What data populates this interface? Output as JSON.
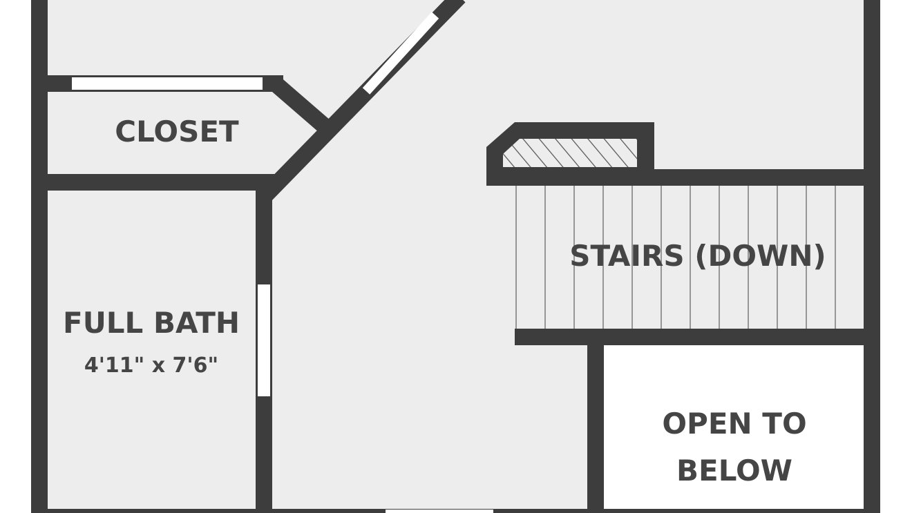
{
  "colors": {
    "wall": "#3d3d3d",
    "floor": "#ededed",
    "opening": "#ffffff",
    "label": "#454545"
  },
  "rooms": {
    "closet": {
      "name": "CLOSET"
    },
    "full_bath": {
      "name": "FULL BATH",
      "dimensions": "4'11\" x 7'6\""
    },
    "stairs": {
      "name": "STAIRS (DOWN)"
    },
    "open_to_below": {
      "line1": "OPEN TO",
      "line2": "BELOW"
    }
  }
}
